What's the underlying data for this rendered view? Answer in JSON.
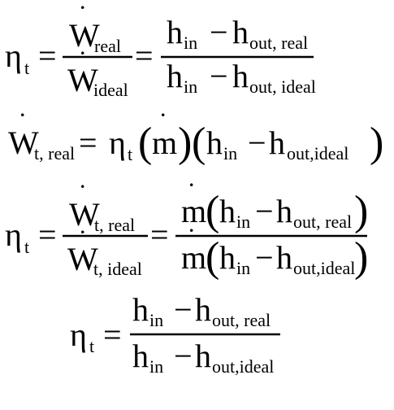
{
  "symbols": {
    "eta": "η",
    "eq": "=",
    "minus": "−",
    "W": "W",
    "h": "h",
    "m": "m",
    "dot": "˙",
    "lparen": "(",
    "rparen": ")"
  },
  "subscripts": {
    "t": "t",
    "real": "real",
    "ideal": "ideal",
    "in": "in",
    "out_real": "out, real",
    "out_ideal": "out, ideal",
    "out_ideal_tight": "out,ideal",
    "t_real": "t, real",
    "t_ideal": "t, ideal"
  },
  "equations": [
    {
      "label": "turbine-efficiency-power-ratio-enthalpy-ratio"
    },
    {
      "label": "real-turbine-power"
    },
    {
      "label": "turbine-efficiency-power-ratio-mass-flow-enthalpy-ratio"
    },
    {
      "label": "turbine-efficiency-enthalpy-ratio"
    }
  ]
}
